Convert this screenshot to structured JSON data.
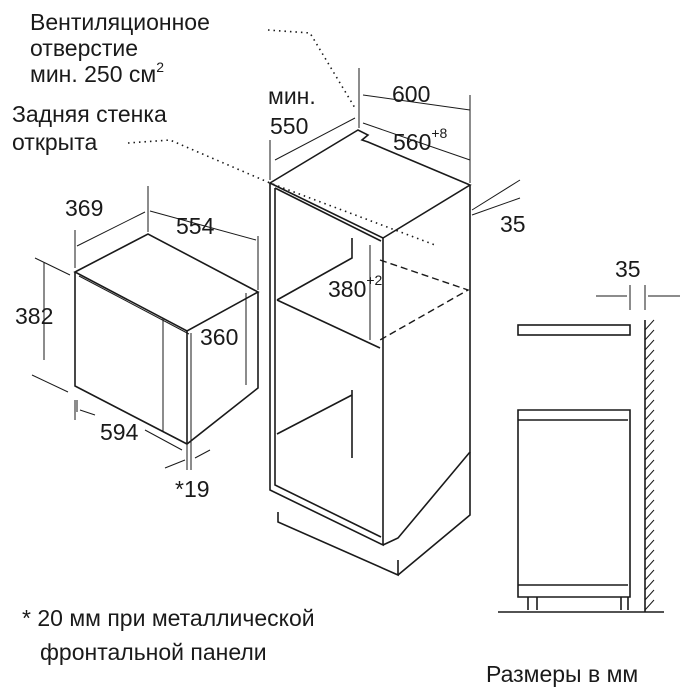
{
  "labels": {
    "vent_line1": "Вентиляционное",
    "vent_line2": "отверстие",
    "vent_line3": "мин. 250 см",
    "vent_sup": "2",
    "back_line1": "Задняя стенка",
    "back_line2": "открыта",
    "footnote_line1": "* 20 мм при металлической",
    "footnote_line2": "фронтальной панели",
    "units": "Размеры в мм"
  },
  "dimensions": {
    "min_label": "мин.",
    "depth_min": "550",
    "width_total": "600",
    "niche_width": "560",
    "niche_width_tol": "+8",
    "side_gap": "35",
    "appliance_depth": "369",
    "appliance_width": "554",
    "appliance_height": "382",
    "appliance_inner_height": "360",
    "niche_height": "380",
    "niche_height_tol": "+2",
    "front_width": "594",
    "front_thickness": "*19",
    "wall_gap": "35"
  }
}
